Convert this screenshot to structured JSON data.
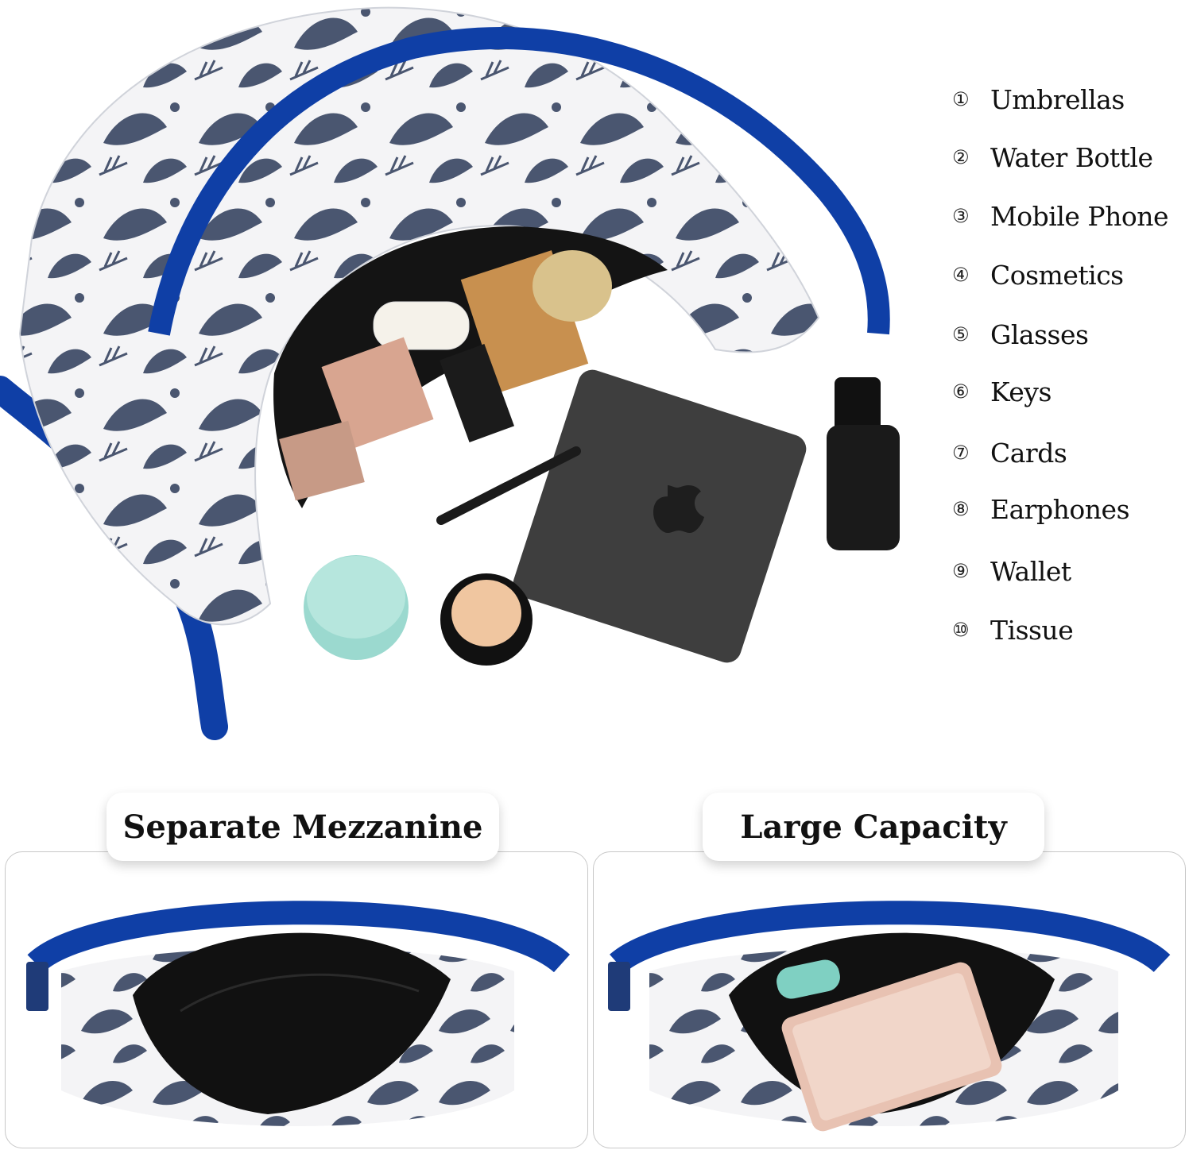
{
  "colors": {
    "strap_blue": "#0f3fa6",
    "leaf_navy": "#4a5670",
    "fabric_white": "#f4f4f6",
    "lining_black": "#111111"
  },
  "items": [
    {
      "num": "①",
      "label": "Umbrellas"
    },
    {
      "num": "②",
      "label": "Water Bottle"
    },
    {
      "num": "③",
      "label": "Mobile Phone"
    },
    {
      "num": "④",
      "label": "Cosmetics"
    },
    {
      "num": "⑤",
      "label": "Glasses"
    },
    {
      "num": "⑥",
      "label": "Keys"
    },
    {
      "num": "⑦",
      "label": "Cards"
    },
    {
      "num": "⑧",
      "label": "Earphones"
    },
    {
      "num": "⑨",
      "label": "Wallet"
    },
    {
      "num": "⑩",
      "label": "Tissue"
    }
  ],
  "features": {
    "left_title": "Separate Mezzanine",
    "right_title": "Large Capacity"
  }
}
